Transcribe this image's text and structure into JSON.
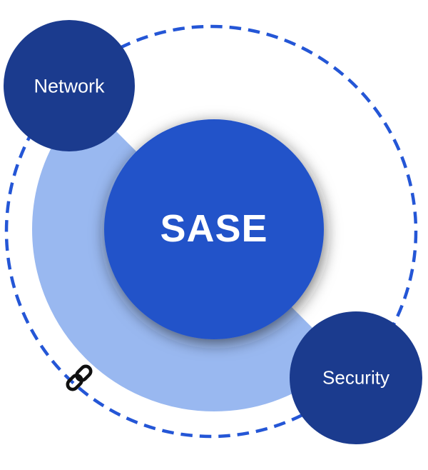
{
  "diagram": {
    "center_node": {
      "label": "SASE",
      "shape": "circle"
    },
    "satellite_nodes": [
      {
        "label": "Network",
        "position": "top-left",
        "shape": "circle"
      },
      {
        "label": "Security",
        "position": "bottom-right",
        "shape": "circle"
      }
    ],
    "connector": {
      "type": "thick-arc",
      "path": "left-bottom sweep between Network and Security"
    },
    "orbit": {
      "type": "dashed-ring"
    },
    "link_icon": {
      "name": "link-icon",
      "meaning": "chain link joining Network and Security"
    }
  },
  "colors": {
    "background": "#ffffff",
    "navy_node": "#1b3b8e",
    "center_node": "#2153c9",
    "connector_arc": "#99b8f0",
    "dashed_ring": "#2456d6",
    "link_icon": "#101010",
    "label_text": "#ffffff",
    "shadow": "#1f1f1f"
  }
}
